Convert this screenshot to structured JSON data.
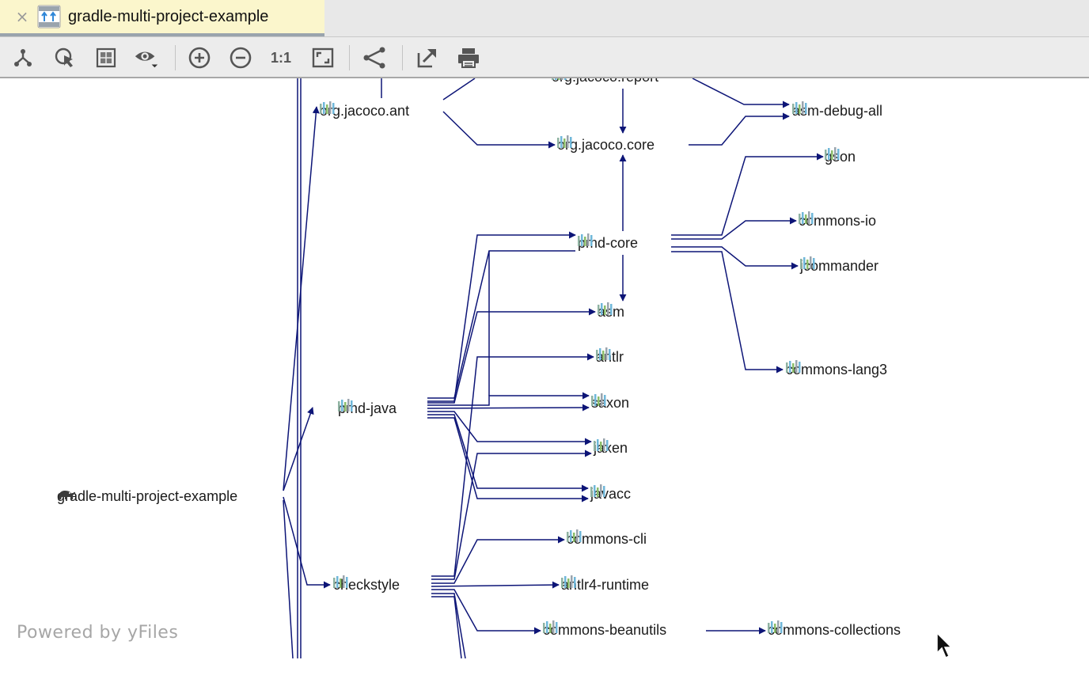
{
  "tab": {
    "title": "gradle-multi-project-example"
  },
  "toolbar": {
    "buttons": [
      "hierarchic-layout-icon",
      "fit-selection-icon",
      "fit-content-icon",
      "eye-icon",
      "zoom-in-icon",
      "zoom-out-icon",
      "actual-size-icon",
      "fit-window-icon",
      "tree-layout-icon",
      "export-icon",
      "print-icon"
    ],
    "actual_size_label": "1:1"
  },
  "graph": {
    "edge_color": "#0d1577",
    "nodes": {
      "root": "gradle-multi-project-example",
      "jacoco_ant": "org.jacoco.ant",
      "jacoco_report": "org.jacoco.report",
      "asm_debug_all": "asm-debug-all",
      "jacoco_core": "org.jacoco.core",
      "gson": "gson",
      "commons_io": "commons-io",
      "pmd_core": "pmd-core",
      "jcommander": "jcommander",
      "asm": "asm",
      "antlr": "antlr",
      "commons_lang3": "commons-lang3",
      "saxon": "saxon",
      "pmd_java": "pmd-java",
      "jaxen": "jaxen",
      "javacc": "javacc",
      "commons_cli": "commons-cli",
      "checkstyle": "checkstyle",
      "antlr4_runtime": "antlr4-runtime",
      "commons_beanutils": "commons-beanutils",
      "commons_collections": "commons-collections"
    }
  },
  "watermark": "Powered by yFiles"
}
